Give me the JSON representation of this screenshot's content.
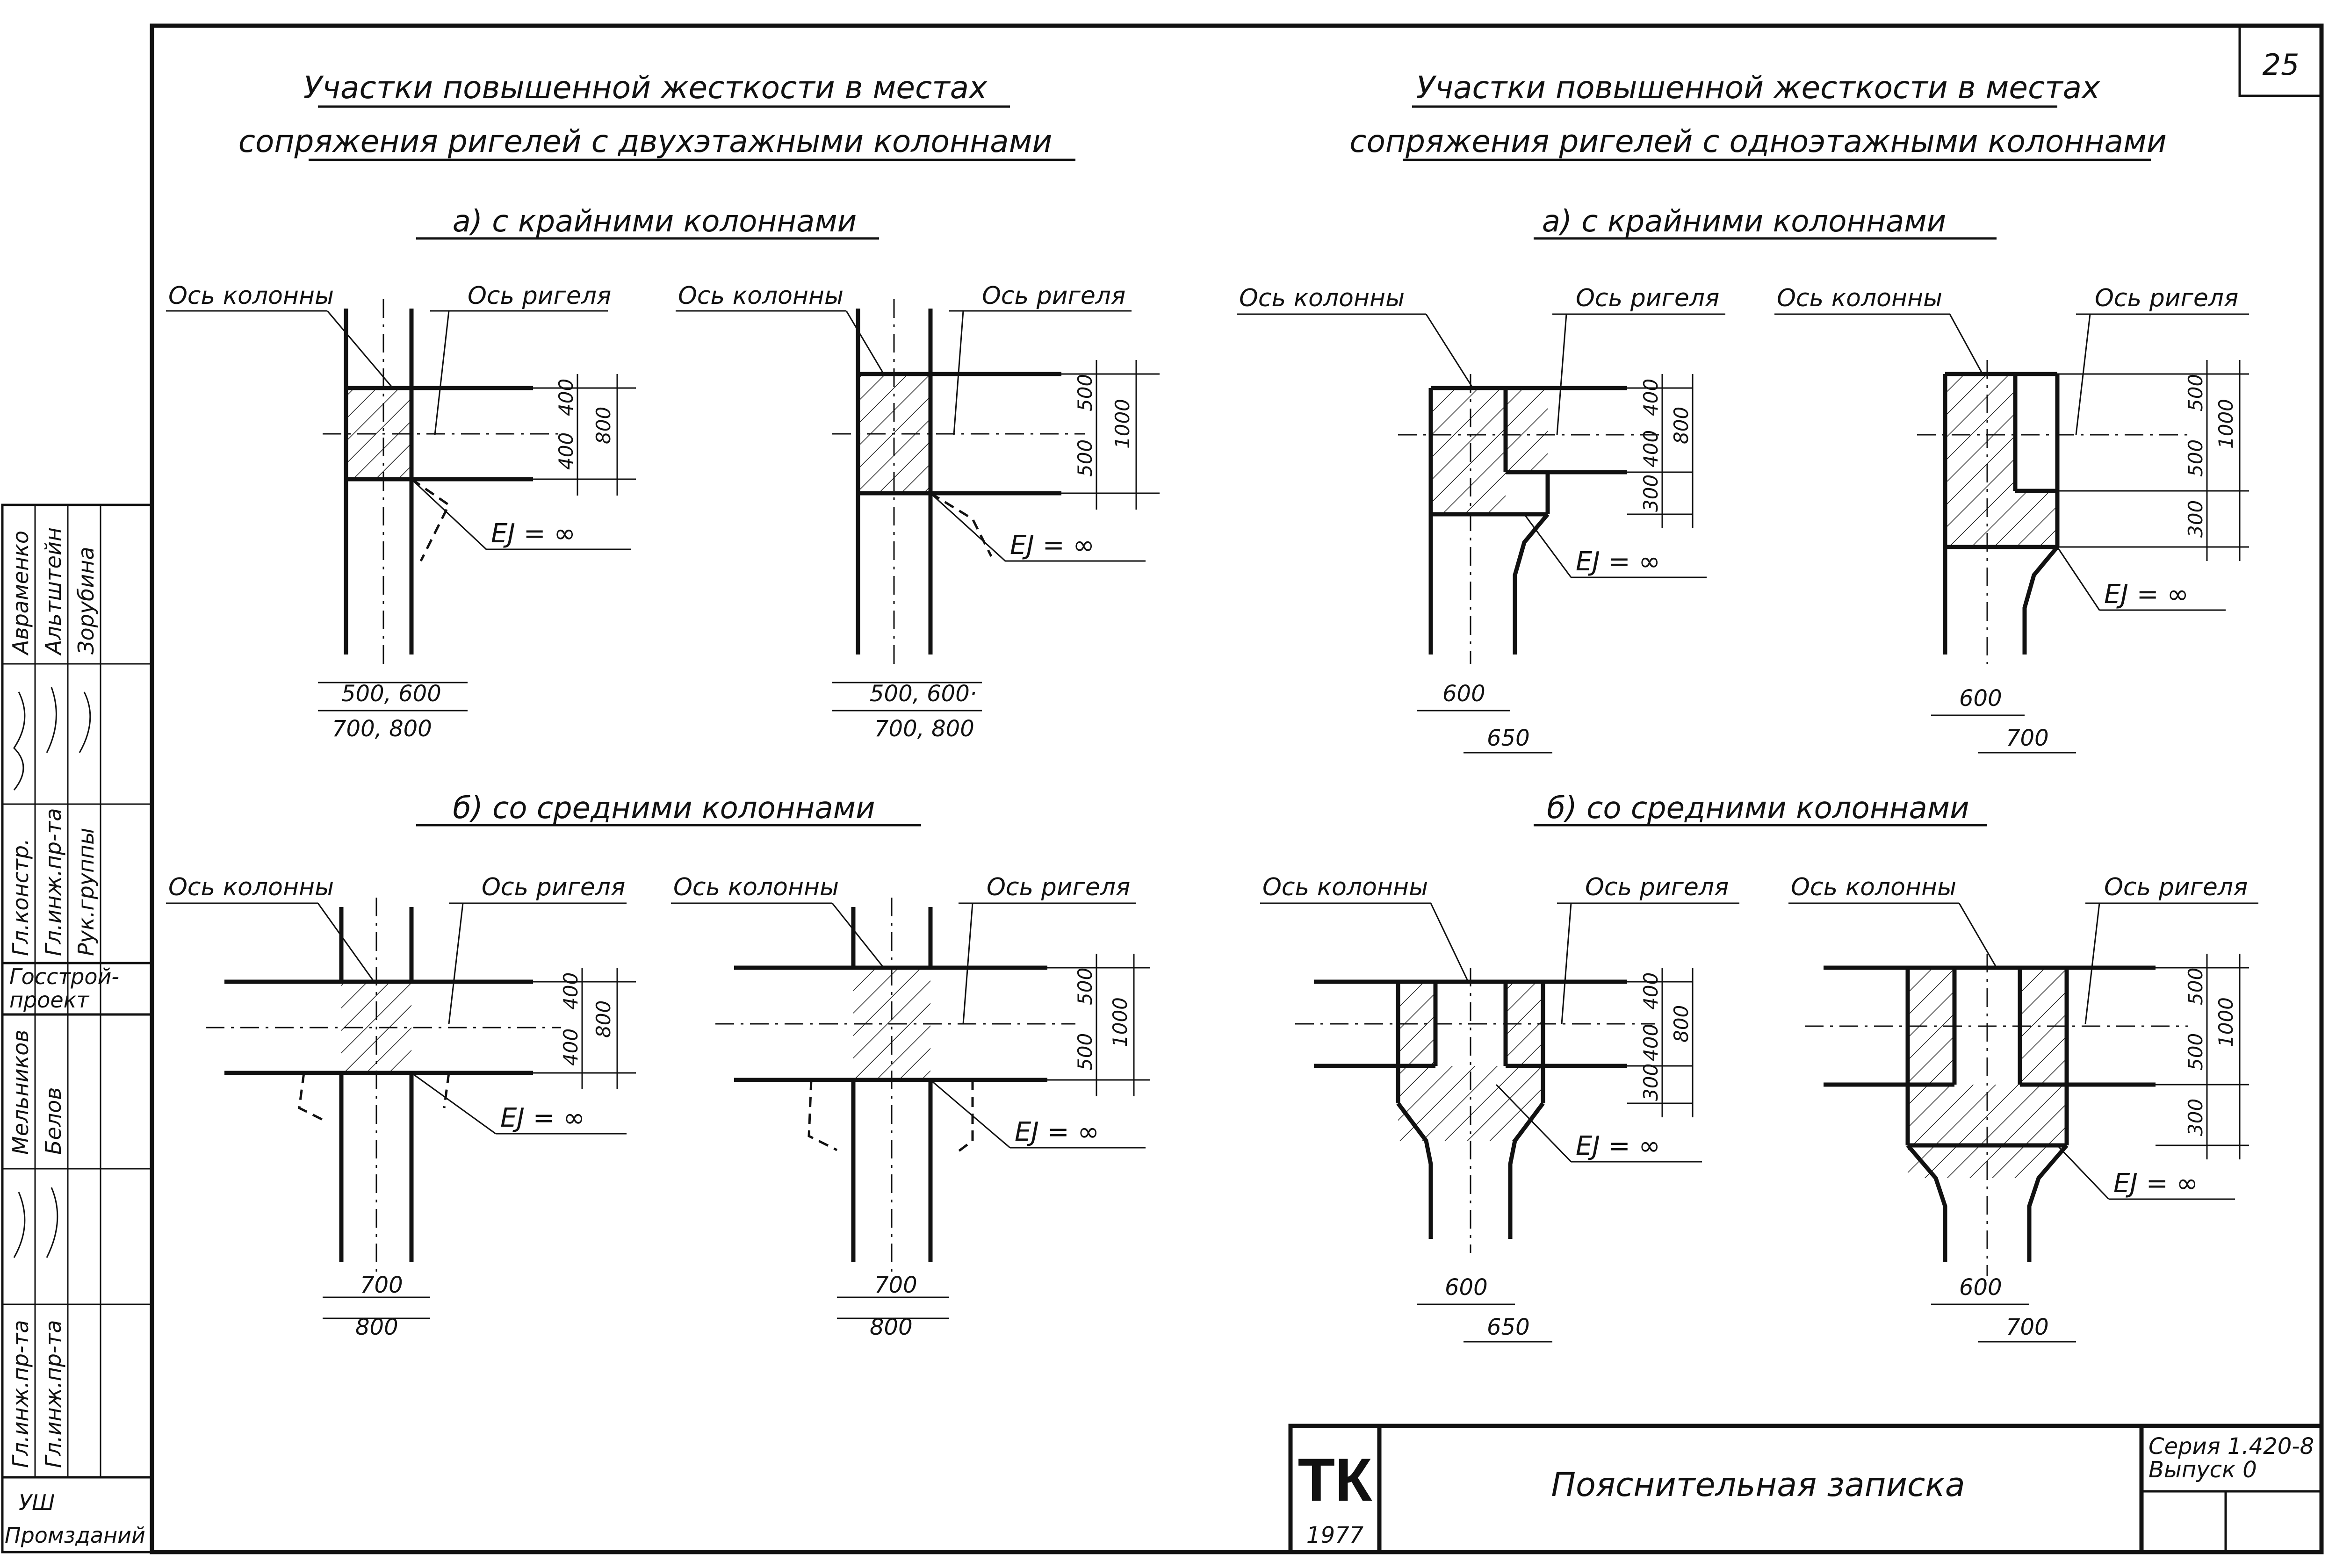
{
  "sheet_number": "25",
  "headers": {
    "left_line1": "Участки повышенной жесткости в местах",
    "left_line2": "сопряжения ригелей с двухэтажными колоннами",
    "right_line1": "Участки повышенной жесткости в местах",
    "right_line2": "сопряжения ригелей с одноэтажными колоннами"
  },
  "subheads": {
    "a_left": "а) с крайними колоннами",
    "a_right": "а) с крайними колоннами",
    "b_left": "б) со средними колоннами",
    "b_right": "б) со средними колоннами"
  },
  "labels": {
    "column_axis": "Ось колонны",
    "beam_axis": "Ось ригеля",
    "rigidity": "EJ = ∞"
  },
  "dimensions": {
    "d400": "400",
    "d500": "500",
    "d800": "800",
    "d1000": "1000",
    "d300": "300",
    "d600": "600",
    "d650": "650",
    "d700": "700",
    "w_500_600": "500, 600",
    "w_700_800": "700, 800",
    "w_500_600_b": "500, 600·",
    "w_700_800_b": "700, 800"
  },
  "side_stamp": {
    "names": [
      "Авраменко",
      "Альтштейн",
      "Зорубина"
    ],
    "roles": [
      "Гл.констр.",
      "Гл.инж.пр-та",
      "Рук.группы"
    ],
    "org": [
      "Госстрой-",
      "проект"
    ],
    "names2": [
      "Мельников",
      "Белов"
    ],
    "roles2": [
      "Гл.инж.пр-та",
      "Гл.инж.пр-та"
    ],
    "dept": [
      "УШ",
      "Промзданий"
    ]
  },
  "title_block": {
    "logo": "ТК",
    "year": "1977",
    "title": "Пояснительная записка",
    "series": "Серия 1.420-8",
    "issue": "Выпуск 0"
  }
}
